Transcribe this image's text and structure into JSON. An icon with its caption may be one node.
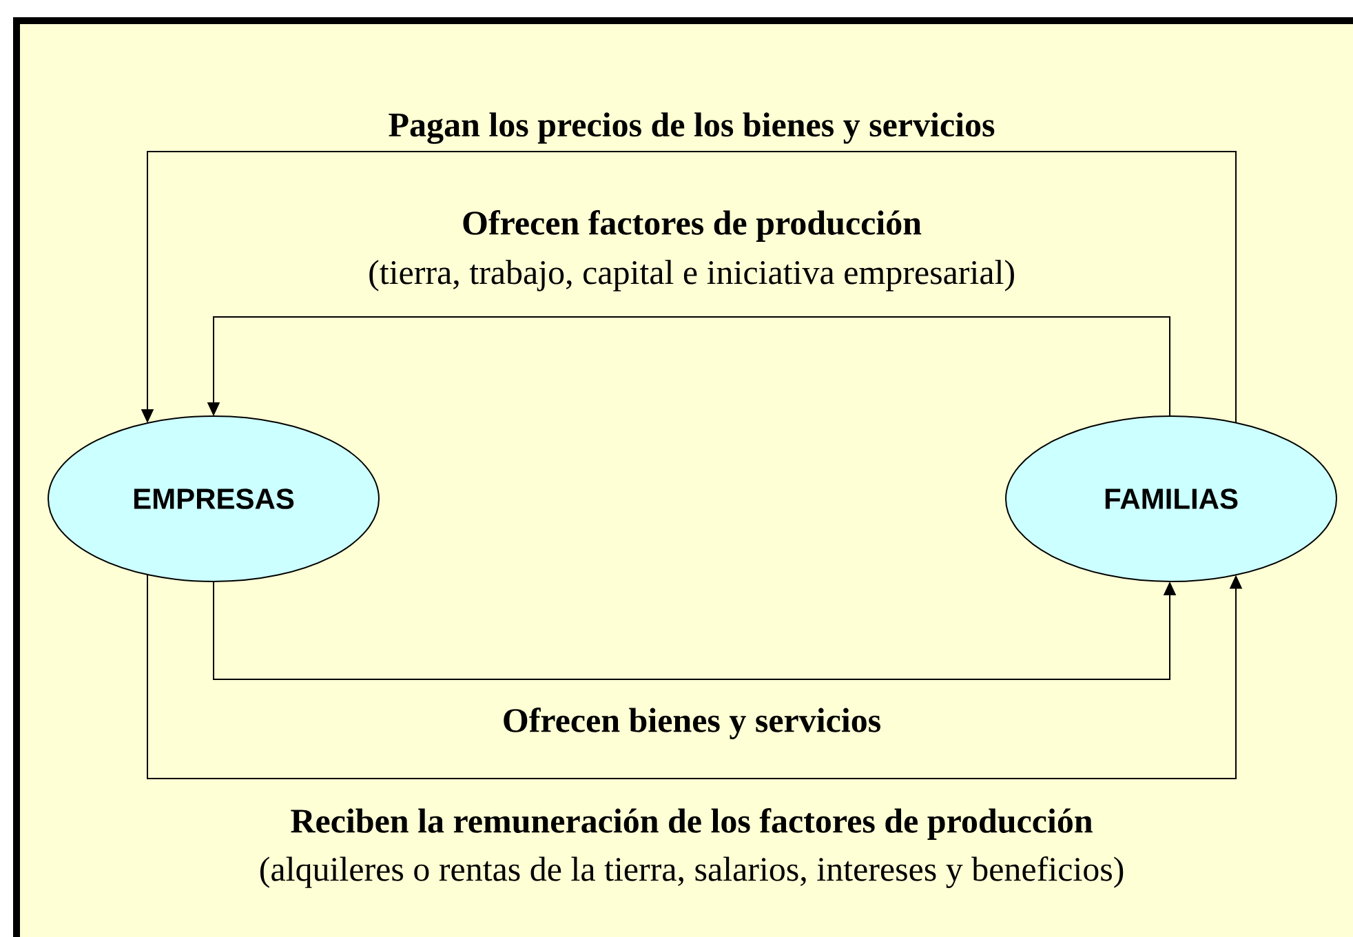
{
  "diagram": {
    "nodes": [
      {
        "text": [
          "EMPRESAS"
        ]
      },
      {
        "text": [
          "FAMILIAS"
        ]
      }
    ],
    "edges": [
      {
        "from": 1,
        "to": 0,
        "arrow": "to",
        "label": "Pagan los precios de los bienes y servicios"
      },
      {
        "from": 1,
        "to": 0,
        "arrow": "to",
        "label": "Ofrecen factores de producción"
      },
      {
        "from": 0,
        "to": 1,
        "arrow": "to",
        "label": "Ofrecen bienes y servicios"
      },
      {
        "from": 0,
        "to": 1,
        "arrow": "to",
        "label": "Reciben la remuneración de los  factores de producción"
      }
    ],
    "labels": [
      "(tierra, trabajo, capital e iniciativa empresarial)",
      "(alquileres o rentas de la tierra, salarios, intereses y beneficios)"
    ]
  }
}
